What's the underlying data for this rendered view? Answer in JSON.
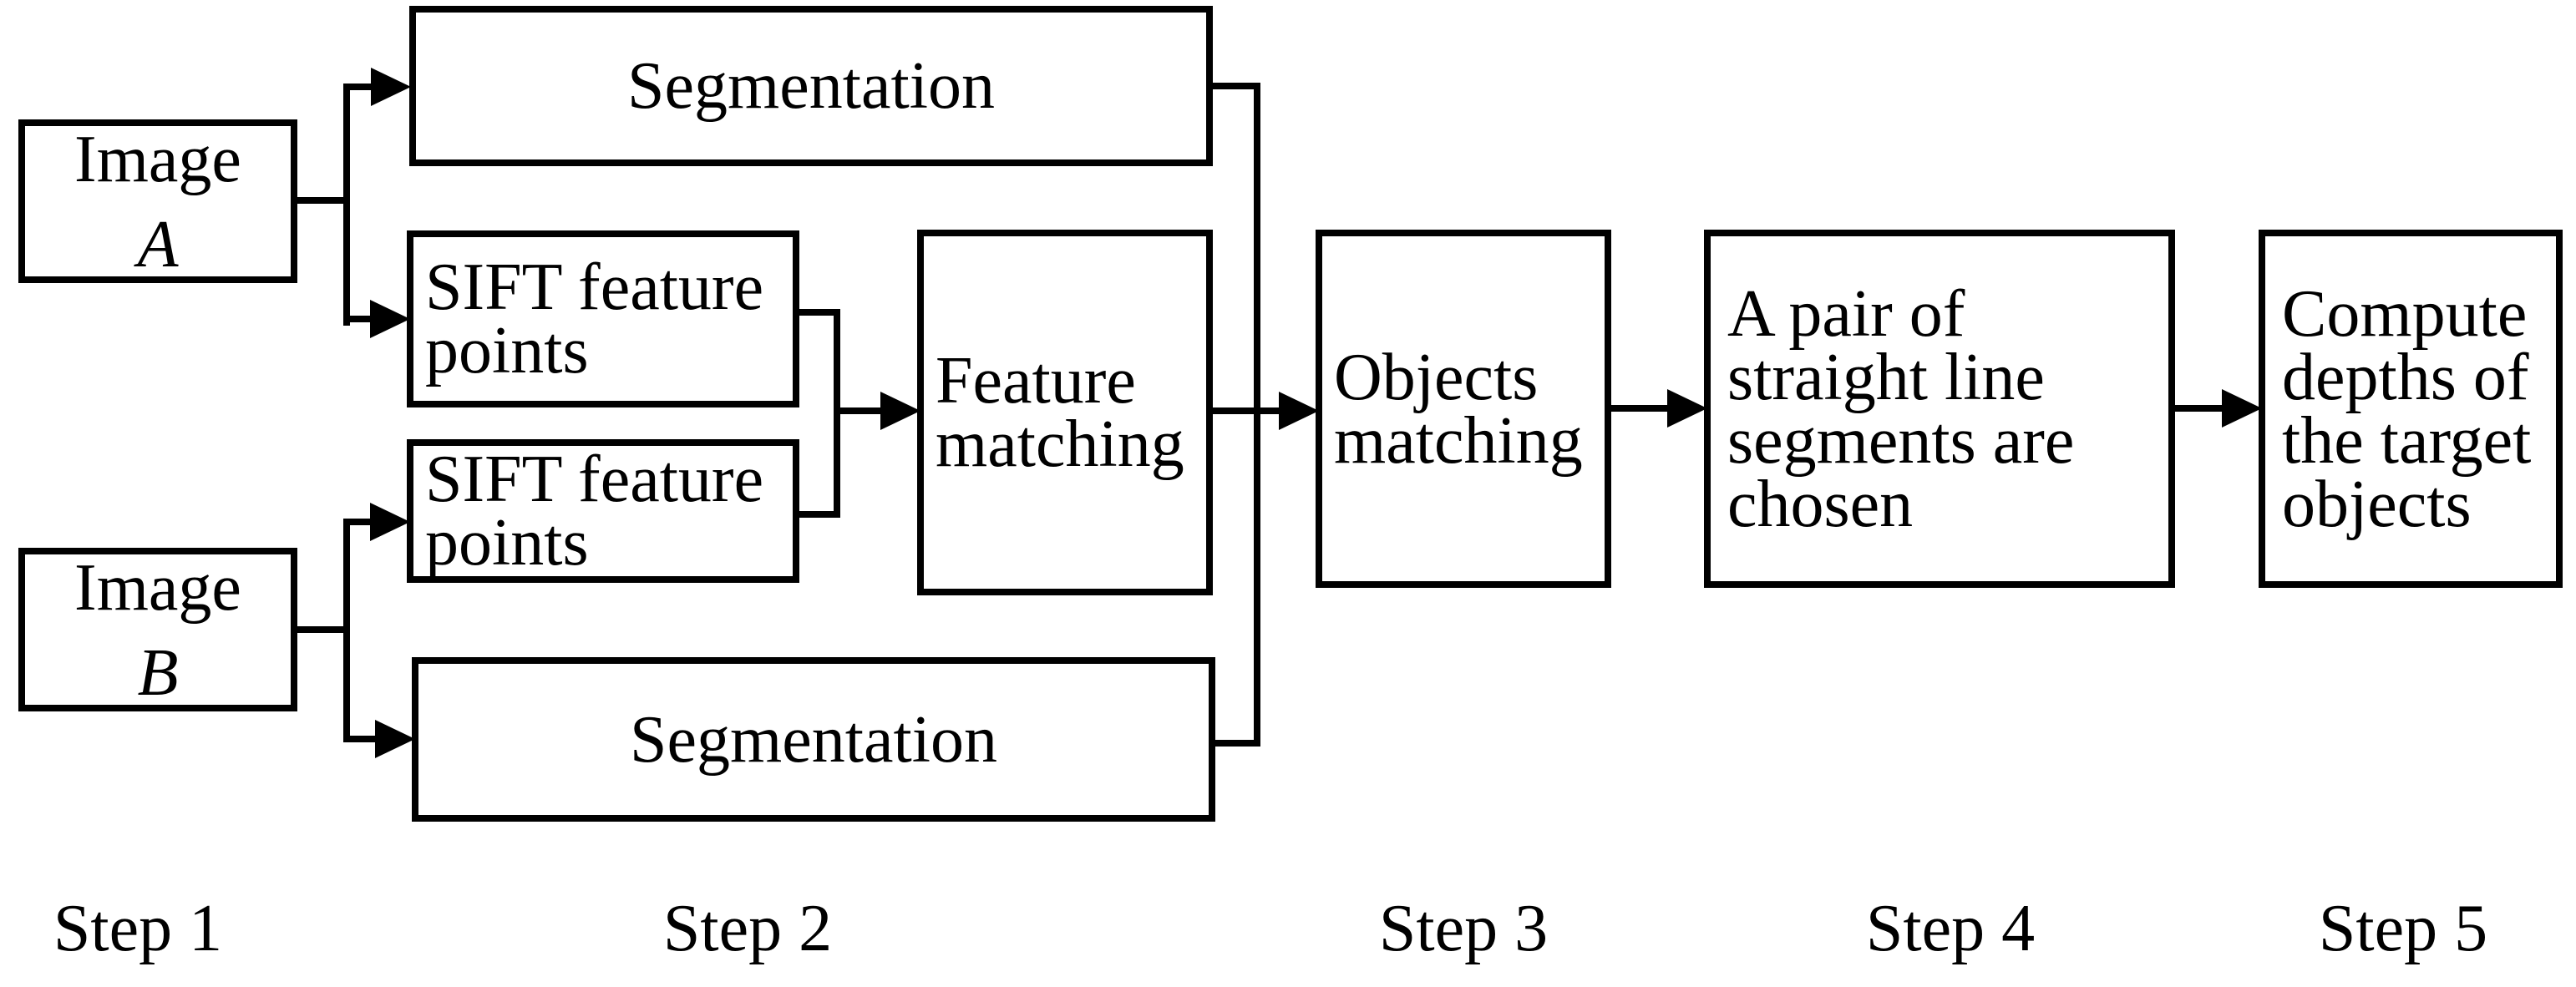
{
  "colors": {
    "stroke": "#000000",
    "text": "#000000",
    "box_fill": "#ffffff",
    "background": "#ffffff"
  },
  "boxes": {
    "image_a": {
      "label": "Image",
      "sub": "A"
    },
    "image_b": {
      "label": "Image",
      "sub": "B"
    },
    "segmentation_a": {
      "label": "Segmentation"
    },
    "segmentation_b": {
      "label": "Segmentation"
    },
    "sift_a": {
      "line1": "SIFT feature",
      "line2": "points"
    },
    "sift_b": {
      "line1": "SIFT feature",
      "line2": "points"
    },
    "feature_matching": {
      "line1": "Feature",
      "line2": "matching"
    },
    "objects_matching": {
      "line1": "Objects",
      "line2": "matching"
    },
    "line_pair": {
      "line1": "A pair of",
      "line2": "straight line",
      "line3": "segments are",
      "line4": "chosen"
    },
    "compute_depths": {
      "line1": "Compute",
      "line2": "depths of",
      "line3": "the target",
      "line4": "objects"
    }
  },
  "steps": {
    "step1": "Step 1",
    "step2": "Step 2",
    "step3": "Step 3",
    "step4": "Step 4",
    "step5": "Step 5"
  }
}
